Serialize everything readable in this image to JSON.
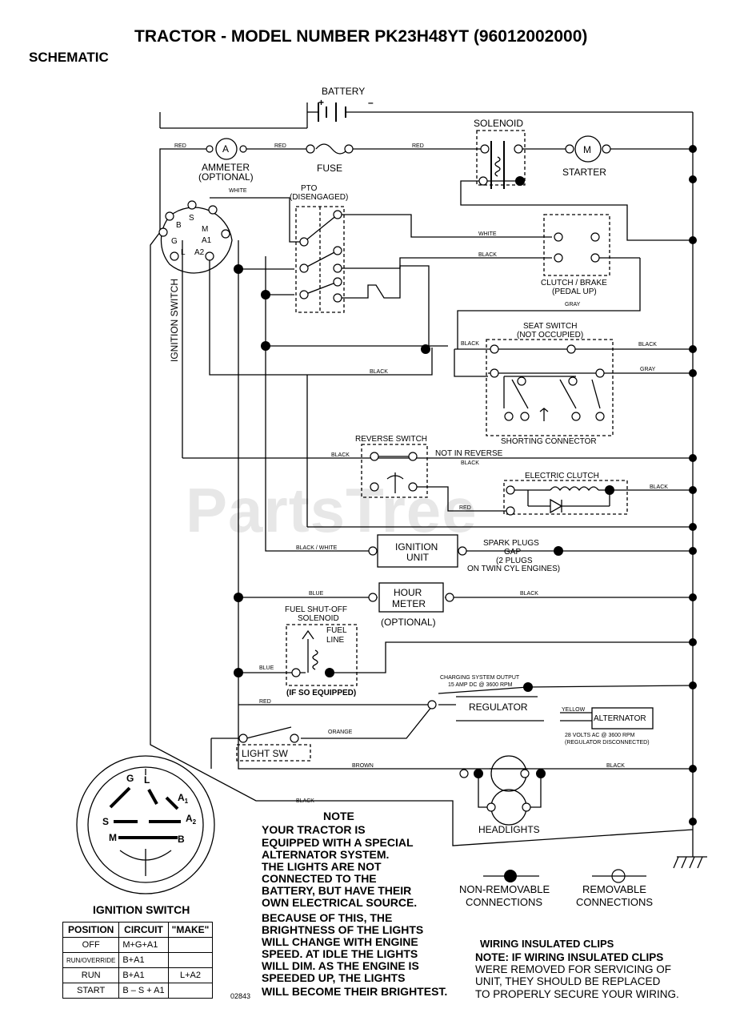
{
  "header": {
    "title": "TRACTOR - MODEL NUMBER PK23H48YT (96012002000)",
    "subtitle": "SCHEMATIC"
  },
  "watermark": "PartsTree",
  "components": {
    "battery": "BATTERY",
    "solenoid": "SOLENOID",
    "ammeter": "AMMETER",
    "ammeter_opt": "(OPTIONAL)",
    "ammeter_symbol": "A",
    "fuse": "FUSE",
    "starter": "STARTER",
    "starter_symbol": "M",
    "pto": "PTO",
    "pto_state": "(DISENGAGED)",
    "clutch_brake": "CLUTCH / BRAKE",
    "clutch_brake_state": "(PEDAL UP)",
    "seat_switch": "SEAT SWITCH",
    "seat_switch_state": "(NOT OCCUPIED)",
    "shorting_connector": "SHORTING CONNECTOR",
    "reverse_switch": "REVERSE SWITCH",
    "not_in_reverse": "NOT IN REVERSE",
    "electric_clutch": "ELECTRIC CLUTCH",
    "ignition_unit_1": "IGNITION",
    "ignition_unit_2": "UNIT",
    "spark_plugs_1": "SPARK PLUGS",
    "spark_plugs_2": "GAP",
    "spark_plugs_3": "(2 PLUGS",
    "spark_plugs_4": "ON TWIN CYL ENGINES)",
    "hour_meter_1": "HOUR",
    "hour_meter_2": "METER",
    "hour_meter_opt": "(OPTIONAL)",
    "fuel_solenoid_1": "FUEL SHUT-OFF",
    "fuel_solenoid_2": "SOLENOID",
    "fuel_line_1": "FUEL",
    "fuel_line_2": "LINE",
    "if_equipped": "(IF SO EQUIPPED)",
    "charging_1": "CHARGING SYSTEM OUTPUT",
    "charging_2": "15 AMP DC @ 3600 RPM",
    "regulator": "REGULATOR",
    "alternator": "ALTERNATOR",
    "alt_spec_1": "28 VOLTS AC @ 3600 RPM",
    "alt_spec_2": "(REGULATOR DISCONNECTED)",
    "light_sw": "LIGHT SW",
    "headlights": "HEADLIGHTS",
    "ignition_switch_vertical": "IGNITION SWITCH"
  },
  "ignition_terminals": {
    "b": "B",
    "s": "S",
    "m": "M",
    "g": "G",
    "a1": "A1",
    "l": "L",
    "a2": "A2"
  },
  "big_switch_terminals": {
    "g": "G",
    "l": "L",
    "a1": "A",
    "a1sub": "1",
    "s": "S",
    "a2": "A",
    "a2sub": "2",
    "m": "M",
    "b": "B"
  },
  "wires": {
    "red1": "RED",
    "red2": "RED",
    "red3": "RED",
    "red4": "RED",
    "white1": "WHITE",
    "white2": "WHITE",
    "black1": "BLACK",
    "black2": "BLACK",
    "black3": "BLACK",
    "black4": "BLACK",
    "black5": "BLACK",
    "black6": "BLACK",
    "black7": "BLACK",
    "black8": "BLACK",
    "black9": "BLACK",
    "gray1": "GRAY",
    "gray2": "GRAY",
    "black_white": "BLACK / WHITE",
    "blue1": "BLUE",
    "blue2": "BLUE",
    "red_bottom": "RED",
    "orange": "ORANGE",
    "brown": "BROWN",
    "yellow": "YELLOW"
  },
  "note": {
    "heading": "NOTE",
    "lines": [
      "YOUR TRACTOR IS",
      "EQUIPPED WITH A SPECIAL",
      "ALTERNATOR SYSTEM.",
      "THE LIGHTS ARE NOT",
      "CONNECTED TO THE",
      "BATTERY, BUT HAVE THEIR",
      "OWN ELECTRICAL SOURCE.",
      "BECAUSE OF THIS, THE",
      "BRIGHTNESS OF THE LIGHTS",
      "WILL CHANGE WITH ENGINE",
      "SPEED.  AT IDLE THE LIGHTS",
      "WILL DIM.  AS THE ENGINE IS",
      "SPEEDED UP, THE LIGHTS",
      "WILL BECOME THEIR BRIGHTEST."
    ]
  },
  "legend": {
    "non_removable_1": "NON-REMOVABLE",
    "non_removable_2": "CONNECTIONS",
    "removable_1": "REMOVABLE",
    "removable_2": "CONNECTIONS"
  },
  "clips": {
    "heading": "WIRING INSULATED CLIPS",
    "lines": [
      "NOTE: IF WIRING INSULATED CLIPS",
      "WERE REMOVED FOR SERVICING OF",
      "UNIT, THEY SHOULD BE REPLACED",
      "TO PROPERLY SECURE YOUR WIRING."
    ]
  },
  "ignition_table": {
    "title": "IGNITION SWITCH",
    "headers": [
      "POSITION",
      "CIRCUIT",
      "\"MAKE\""
    ],
    "rows": [
      [
        "OFF",
        "M+G+A1",
        ""
      ],
      [
        "RUN/OVERRIDE",
        "B+A1",
        ""
      ],
      [
        "RUN",
        "B+A1",
        "L+A2"
      ],
      [
        "START",
        "B – S + A1",
        ""
      ]
    ]
  },
  "drawing_code": "02843"
}
